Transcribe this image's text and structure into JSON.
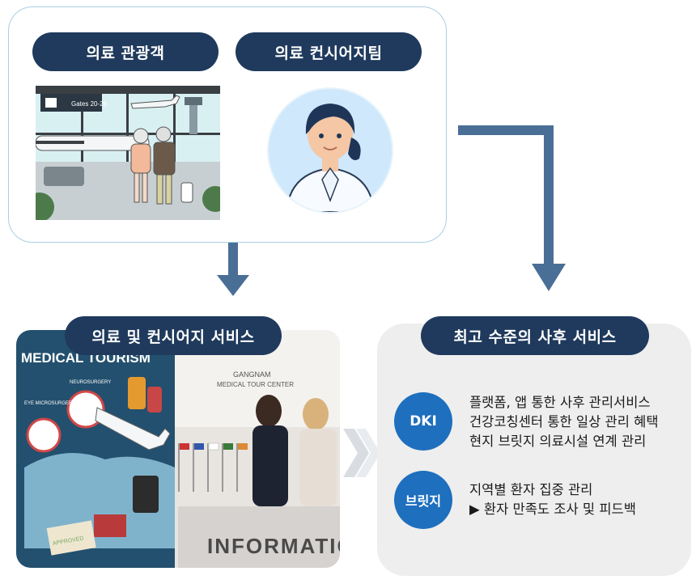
{
  "top_group": {
    "tourist_label": "의료 관광객",
    "concierge_label": "의료 컨시어지팀",
    "airport_sign": "Gates 20-26"
  },
  "service_pill": "의료 및 컨시어지 서비스",
  "after_pill": "최고 수준의 사후 서비스",
  "collage": {
    "headline": "MEDICAL TOURISM",
    "tag_neuro": "NEUROSURGERY",
    "tag_eye": "EYE MICROSURGERY",
    "stamp": "APPROVED",
    "center_sign_1": "GANGNAM",
    "center_sign_2": "MEDICAL TOUR CENTER",
    "desk_sign": "INFORMATION"
  },
  "after_services": [
    {
      "badge": "DKI",
      "lines": [
        "플랫폼, 앱 통한 사후 관리서비스",
        "건강코칭센터 통한 일상 관리 혜택",
        "현지 브릿지 의료시설 연계 관리"
      ]
    },
    {
      "badge": "브릿지",
      "lines": [
        "지역별 환자 집중 관리",
        "▶ 환자 만족도 조사 및 피드백"
      ]
    }
  ],
  "colors": {
    "pill": "#1f3a5c",
    "arrow": "#4a6f96",
    "badge": "#1e6fbe",
    "panel": "#eeeeee",
    "box_border": "#a9cfe2"
  }
}
